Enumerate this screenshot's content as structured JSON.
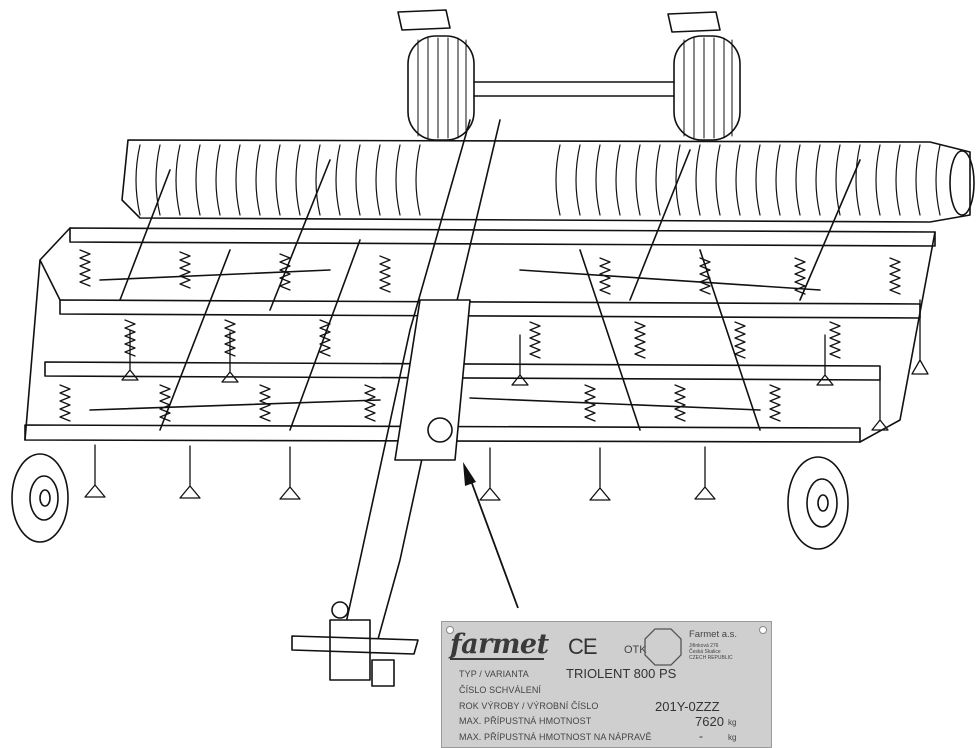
{
  "plate": {
    "logo": "farmet",
    "ce_mark": "CE",
    "otk": "OTK",
    "company_name": "Farmet a.s.",
    "address": [
      "Jiřinková 276",
      "Česká Skalice",
      "CZECH REPUBLIC"
    ],
    "fields": [
      "TYP / VARIANTA",
      "ČÍSLO SCHVÁLENÍ",
      "ROK VÝROBY / VÝROBNÍ ČÍSLO",
      "MAX. PŘÍPUSTNÁ HMOTNOST",
      "MAX. PŘÍPUSTNÁ HMOTNOST NA NÁPRAVĚ"
    ],
    "model": "TRIOLENT 800 PS",
    "serial": "201Y-0ZZZ",
    "max_weight": "7620",
    "max_axle_weight": "-",
    "unit": "kg"
  },
  "illustration": {
    "subject": "cultivator-line-drawing"
  }
}
